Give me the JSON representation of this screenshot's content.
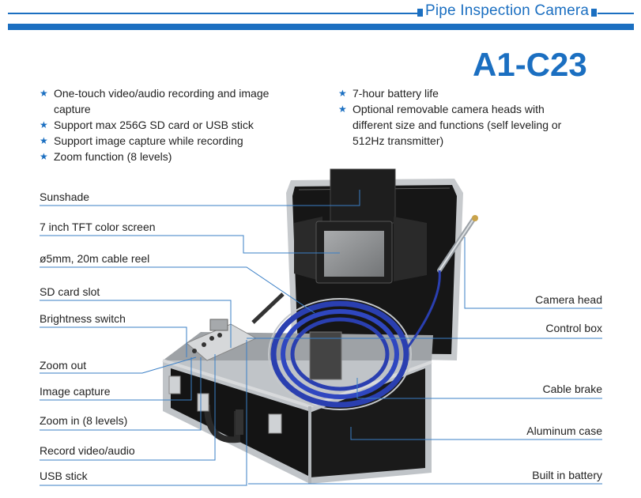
{
  "header": {
    "title": "Pipe Inspection Camera",
    "model": "A1-C23"
  },
  "features_left": [
    "One-touch video/audio recording and image capture",
    "Support max 256G SD card or USB stick",
    "Support image capture while recording",
    "Zoom function (8 levels)"
  ],
  "features_right": [
    "7-hour battery life",
    "Optional removable camera heads with different size and functions (self leveling or 512Hz transmitter)"
  ],
  "labels_left": [
    "Sunshade",
    "7 inch TFT color screen",
    "ø5mm, 20m cable reel",
    "SD card slot",
    "Brightness switch",
    "Zoom out",
    "Image capture",
    "Zoom in (8 levels)",
    "Record video/audio",
    "USB stick"
  ],
  "labels_right": [
    "Camera head",
    "Control box",
    "Cable brake",
    "Aluminum case",
    "Built in battery"
  ],
  "colors": {
    "accent": "#1b6fc1",
    "callout": "#3a7fc6",
    "case": "#1c1c1c",
    "frame": "#b8bcc0",
    "cable": "#2a3fb0"
  }
}
